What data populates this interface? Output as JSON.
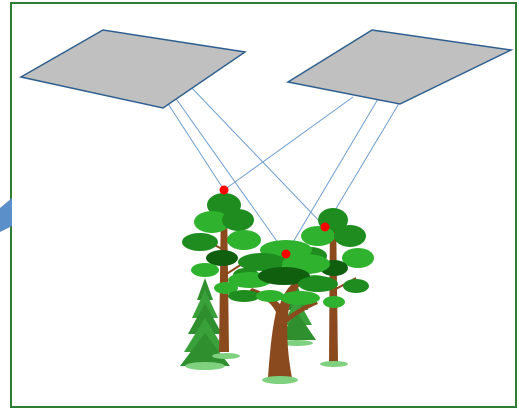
{
  "diagram": {
    "frame_color": "#2e7d32",
    "sensor_fill": "#c0c0c0",
    "sensor_stroke": "#2f5f8f",
    "ray_color": "#6f9fd0",
    "tie_point_color": "#ff0000",
    "foliage_colors": [
      "#1e8c1e",
      "#2fb32f",
      "#0f5f0f",
      "#7fd07f"
    ],
    "trunk_color": "#8b4a1e",
    "arrow_color": "#5b8fc9",
    "sensors": [
      {
        "name": "sensor-left",
        "icon": "image-plane-icon"
      },
      {
        "name": "sensor-right",
        "icon": "image-plane-icon"
      }
    ],
    "tie_points": 3,
    "trees": 5,
    "rays": 6
  }
}
